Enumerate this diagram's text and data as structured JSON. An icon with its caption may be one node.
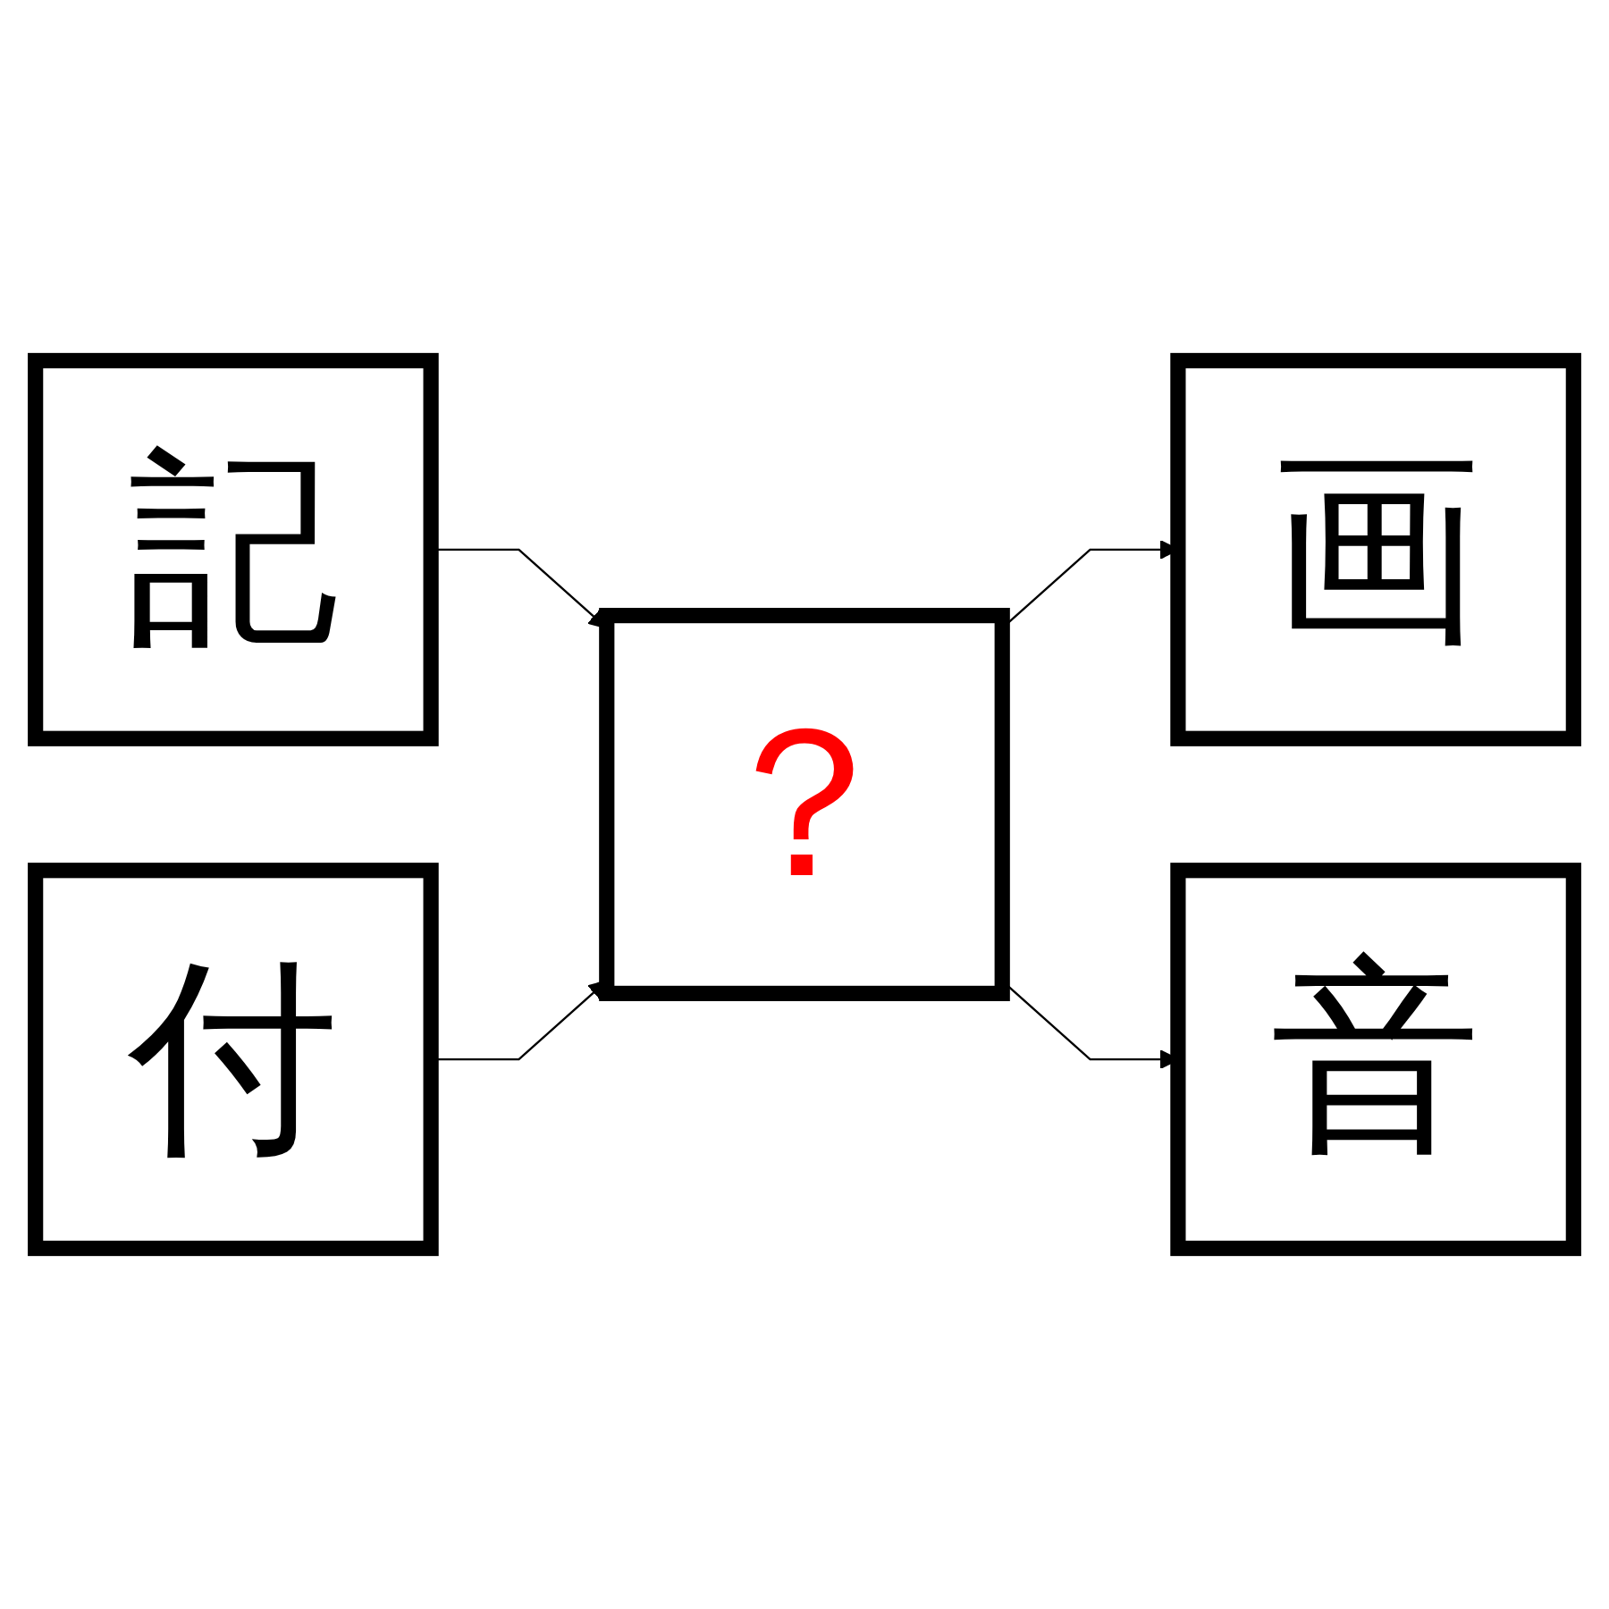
{
  "diagram": {
    "nodes": [
      {
        "text": [
          "記"
        ]
      },
      {
        "text": [
          "付"
        ]
      },
      {
        "text": [
          "？"
        ]
      },
      {
        "text": [
          "画"
        ]
      },
      {
        "text": [
          "音"
        ]
      }
    ],
    "edges": [
      {
        "from": 0,
        "to": 2,
        "arrow": "to"
      },
      {
        "from": 1,
        "to": 2,
        "arrow": "to"
      },
      {
        "from": 2,
        "to": 3,
        "arrow": "to"
      },
      {
        "from": 2,
        "to": 4,
        "arrow": "to"
      }
    ]
  }
}
